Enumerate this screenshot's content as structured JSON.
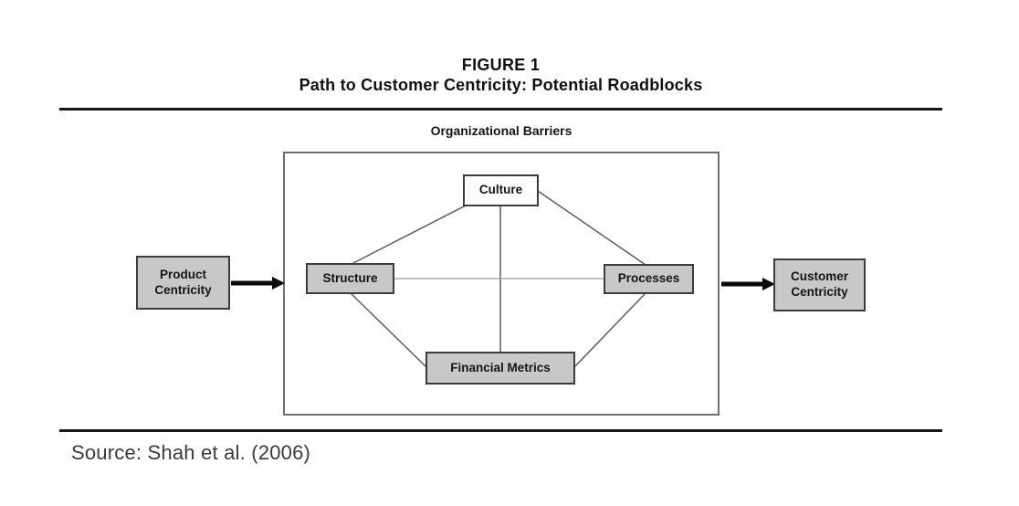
{
  "figure": {
    "label": "FIGURE 1",
    "title": "Path to Customer Centricity: Potential Roadblocks"
  },
  "diagram": {
    "group_label": "Organizational Barriers",
    "nodes": {
      "product_centricity": {
        "label": "Product Centricity"
      },
      "culture": {
        "label": "Culture"
      },
      "structure": {
        "label": "Structure"
      },
      "processes": {
        "label": "Processes"
      },
      "financial_metrics": {
        "label": "Financial Metrics"
      },
      "customer_centricity": {
        "label": "Customer Centricity"
      }
    },
    "edges": [
      {
        "from": "culture",
        "to": "structure",
        "type": "line"
      },
      {
        "from": "culture",
        "to": "processes",
        "type": "line"
      },
      {
        "from": "culture",
        "to": "financial_metrics",
        "type": "line"
      },
      {
        "from": "structure",
        "to": "processes",
        "type": "line"
      },
      {
        "from": "structure",
        "to": "financial_metrics",
        "type": "line"
      },
      {
        "from": "processes",
        "to": "financial_metrics",
        "type": "line"
      },
      {
        "from": "product_centricity",
        "to": "organizational_barriers",
        "type": "arrow"
      },
      {
        "from": "organizational_barriers",
        "to": "customer_centricity",
        "type": "arrow"
      }
    ],
    "colors": {
      "node_fill": "#c8c8c8",
      "culture_fill": "#fdfdfd",
      "node_border": "#3c3c3c",
      "group_border": "#6e6e6e",
      "edge_line": "#5c5c5c",
      "arrow": "#0a0a0a",
      "rule": "#161616"
    }
  },
  "source_line": "Source: Shah et al. (2006)"
}
